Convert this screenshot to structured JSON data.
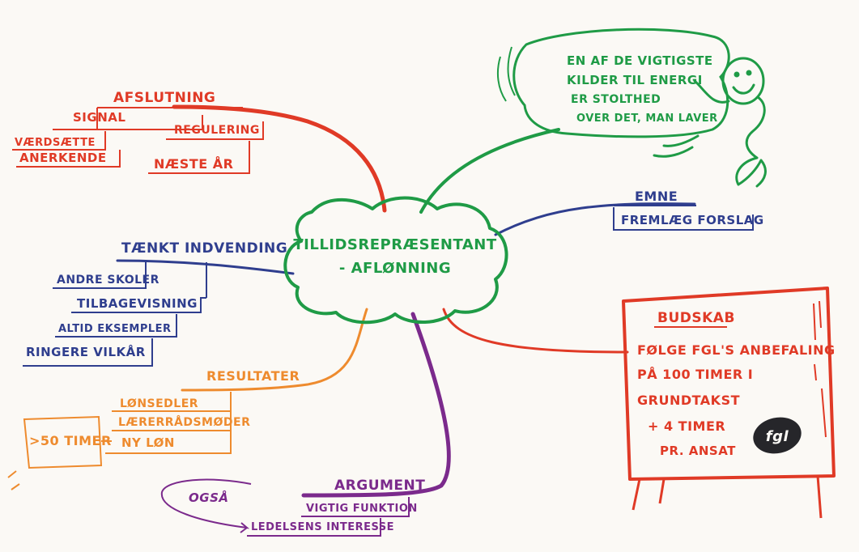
{
  "center": {
    "line1": "TILLIDSREPRÆSENTANT",
    "line2": "- AFLØNNING"
  },
  "afslutning": {
    "title": "AFSLUTNING",
    "signal": "SIGNAL",
    "vaerdsaette": "VÆRDSÆTTE",
    "anerkende": "ANERKENDE",
    "regulering": "REGULERING",
    "naeste_aar": "NÆSTE ÅR"
  },
  "quote": {
    "line1": "EN AF DE VIGTIGSTE",
    "line2": "KILDER TIL ENERGI",
    "line3": "ER STOLTHED",
    "line4": "OVER DET, MAN LAVER"
  },
  "emne": {
    "title": "EMNE",
    "fremlaeg": "FREMLÆG FORSLAG"
  },
  "taenkt": {
    "title": "TÆNKT INDVENDING",
    "andre_skoler": "ANDRE SKOLER",
    "tilbagevisning": "TILBAGEVISNING",
    "altid_eksempler": "ALTID EKSEMPLER",
    "ringere_vilkaar": "RINGERE VILKÅR"
  },
  "budskab": {
    "title": "BUDSKAB",
    "line1": "FØLGE FGL'S ANBEFALING",
    "line2": "PÅ 100 TIMER I",
    "line3": "GRUNDTAKST",
    "line4": "+ 4 TIMER",
    "line5": "PR. ANSAT",
    "logo_text": "fgl"
  },
  "resultater": {
    "title": "RESULTATER",
    "loensedler": "LØNSEDLER",
    "laererraadsmoeder": "LÆRERRÅDSMØDER",
    "ny_loen": "NY LØN",
    "timer": ">50 TIMER"
  },
  "argument": {
    "title": "ARGUMENT",
    "vigtig": "VIGTIG FUNKTION",
    "ledelsens": "LEDELSENS INTERESSE",
    "ogsaa": "OGSÅ"
  },
  "colors": {
    "red": "#e03a26",
    "green": "#1f9b46",
    "navy": "#2f3e8e",
    "orange": "#ee8b2e",
    "purple": "#7b2a8c",
    "background": "#fbf9f5"
  }
}
